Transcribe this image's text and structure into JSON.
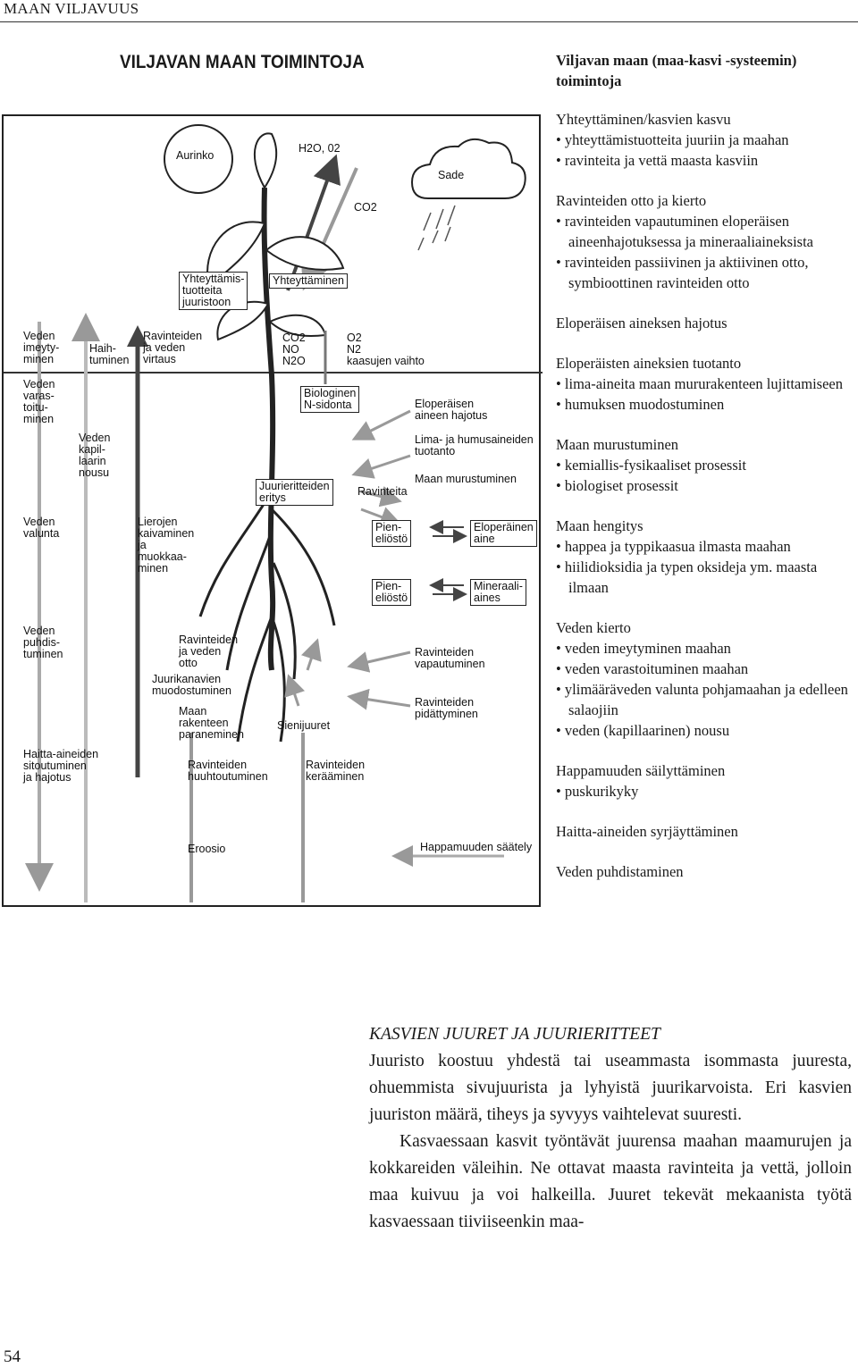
{
  "running_head": "MAAN VILJAVUUS",
  "title": "VILJAVAN MAAN TOIMINTOJA",
  "figure": {
    "labels": {
      "aurinko": "Aurinko",
      "h2o_o2": "H2O, 02",
      "co2_top": "CO2",
      "sade": "Sade",
      "yhteyttamistuotteita": "Yhteyttämis-\ntuotteita\njuuristoon",
      "yhteyttaminen": "Yhteyttäminen",
      "veden_imeytyminen": "Veden\nimeyty-\nminen",
      "haihtuminen": "Haih-\ntuminen",
      "ravinteiden_virtaus": "Ravinteiden\nja veden\nvirtaus",
      "co2_no_n2o": "CO2\nNO\nN2O",
      "o2_n2": "O2\nN2\nkaasujen vaihto",
      "veden_varastoituminen": "Veden\nvaras-\ntoitu-\nminen",
      "biologinen": "Biologinen\nN-sidonta",
      "eloperaisen_hajotus": "Eloperäisen\naineen hajotus",
      "kapillaarinousu": "Veden\nkapil-\nlaarin\nnousu",
      "lima_humus": "Lima- ja humusaineiden\ntuotanto",
      "juurieritteiden": "Juurieritteiden\neritys",
      "ravinteita": "Ravinteita",
      "maan_murustuminen": "Maan murustuminen",
      "veden_valunta": "Veden\nvalunta",
      "lierojen": "Lierojen\nkaivaminen\nja\nmuokkaa-\nminen",
      "pieneliosto_1": "Pien-\neliöstö",
      "eloperainen_aine": "Eloperäinen\naine",
      "pieneliosto_2": "Pien-\neliöstö",
      "mineraaliaines": "Mineraali-\naines",
      "veden_puhdistuminen": "Veden\npuhdis-\ntuminen",
      "ravinteiden_veden_otto": "Ravinteiden\nja veden\notto",
      "ravinteiden_vapautuminen": "Ravinteiden\nvapautuminen",
      "juurikanavien": "Juurikanavien\nmuodostuminen",
      "maan_rakenteen": "Maan\nrakenteen\nparaneminen",
      "sienijuuret": "Sienijuuret",
      "ravinteiden_pidattyminen": "Ravinteiden\npidättyminen",
      "haitta_aineiden": "Haitta-aineiden\nsitoutuminen\nja hajotus",
      "ravinteiden_huuhtoutuminen": "Ravinteiden\nhuuhtoutuminen",
      "ravinteiden_keraaminen": "Ravinteiden\nkerääminen",
      "eroosio": "Eroosio",
      "happamuuden_saately": "Happamuuden säätely"
    }
  },
  "side_panel": {
    "title": "Viljavan maan (maa-kasvi -systeemin) toimintoja",
    "sections": [
      {
        "heading": "Yhteyttäminen/kasvien kasvu",
        "bullets": [
          "yhteyttämistuotteita juuriin ja maahan",
          "ravinteita ja vettä maasta kasviin"
        ]
      },
      {
        "heading": "Ravinteiden otto ja kierto",
        "bullets": [
          "ravinteiden vapautuminen eloperäisen aineenhajotuksessa ja mineraaliaineksista",
          "ravinteiden passiivinen ja aktiivinen otto, symbioottinen ravinteiden otto"
        ]
      },
      {
        "heading": "Eloperäisen aineksen hajotus",
        "bullets": []
      },
      {
        "heading": "Eloperäisten aineksien tuotanto",
        "bullets": [
          "lima-aineita maan mururakenteen lujittamiseen",
          "humuksen muodostuminen"
        ]
      },
      {
        "heading": "Maan murustuminen",
        "bullets": [
          "kemiallis-fysikaaliset prosessit",
          "biologiset prosessit"
        ]
      },
      {
        "heading": "Maan hengitys",
        "bullets": [
          "happea ja typpikaasua ilmasta maahan",
          "hiilidioksidia ja typen oksideja ym. maasta ilmaan"
        ]
      },
      {
        "heading": "Veden kierto",
        "bullets": [
          "veden imeytyminen maahan",
          "veden varastoituminen maahan",
          "ylimääräveden valunta pohjamaahan ja edelleen salaojiin",
          "veden (kapillaarinen) nousu"
        ]
      },
      {
        "heading": "Happamuuden säilyttäminen",
        "bullets": [
          "puskurikyky"
        ]
      },
      {
        "heading": "Haitta-aineiden syrjäyttäminen",
        "bullets": []
      },
      {
        "heading": "Veden puhdistaminen",
        "bullets": []
      }
    ]
  },
  "article": {
    "heading": "KASVIEN JUURET JA JUURIERITTEET",
    "paragraph1": "Juuristo koostuu yhdestä tai useammasta isommasta juuresta, ohuemmista sivujuurista ja lyhyistä juurikarvoista. Eri kasvien juuriston määrä, tiheys ja syvyys vaihtelevat suuresti.",
    "paragraph2": "Kasvaessaan kasvit työntävät juurensa maahan maamurujen ja kokkareiden väleihin. Ne ottavat maasta ravinteita ja vettä, jolloin maa kuivuu ja voi halkeilla. Juuret tekevät mekaanista työtä kasvaessaan tiiviiseenkin maa-"
  },
  "page_number": "54"
}
